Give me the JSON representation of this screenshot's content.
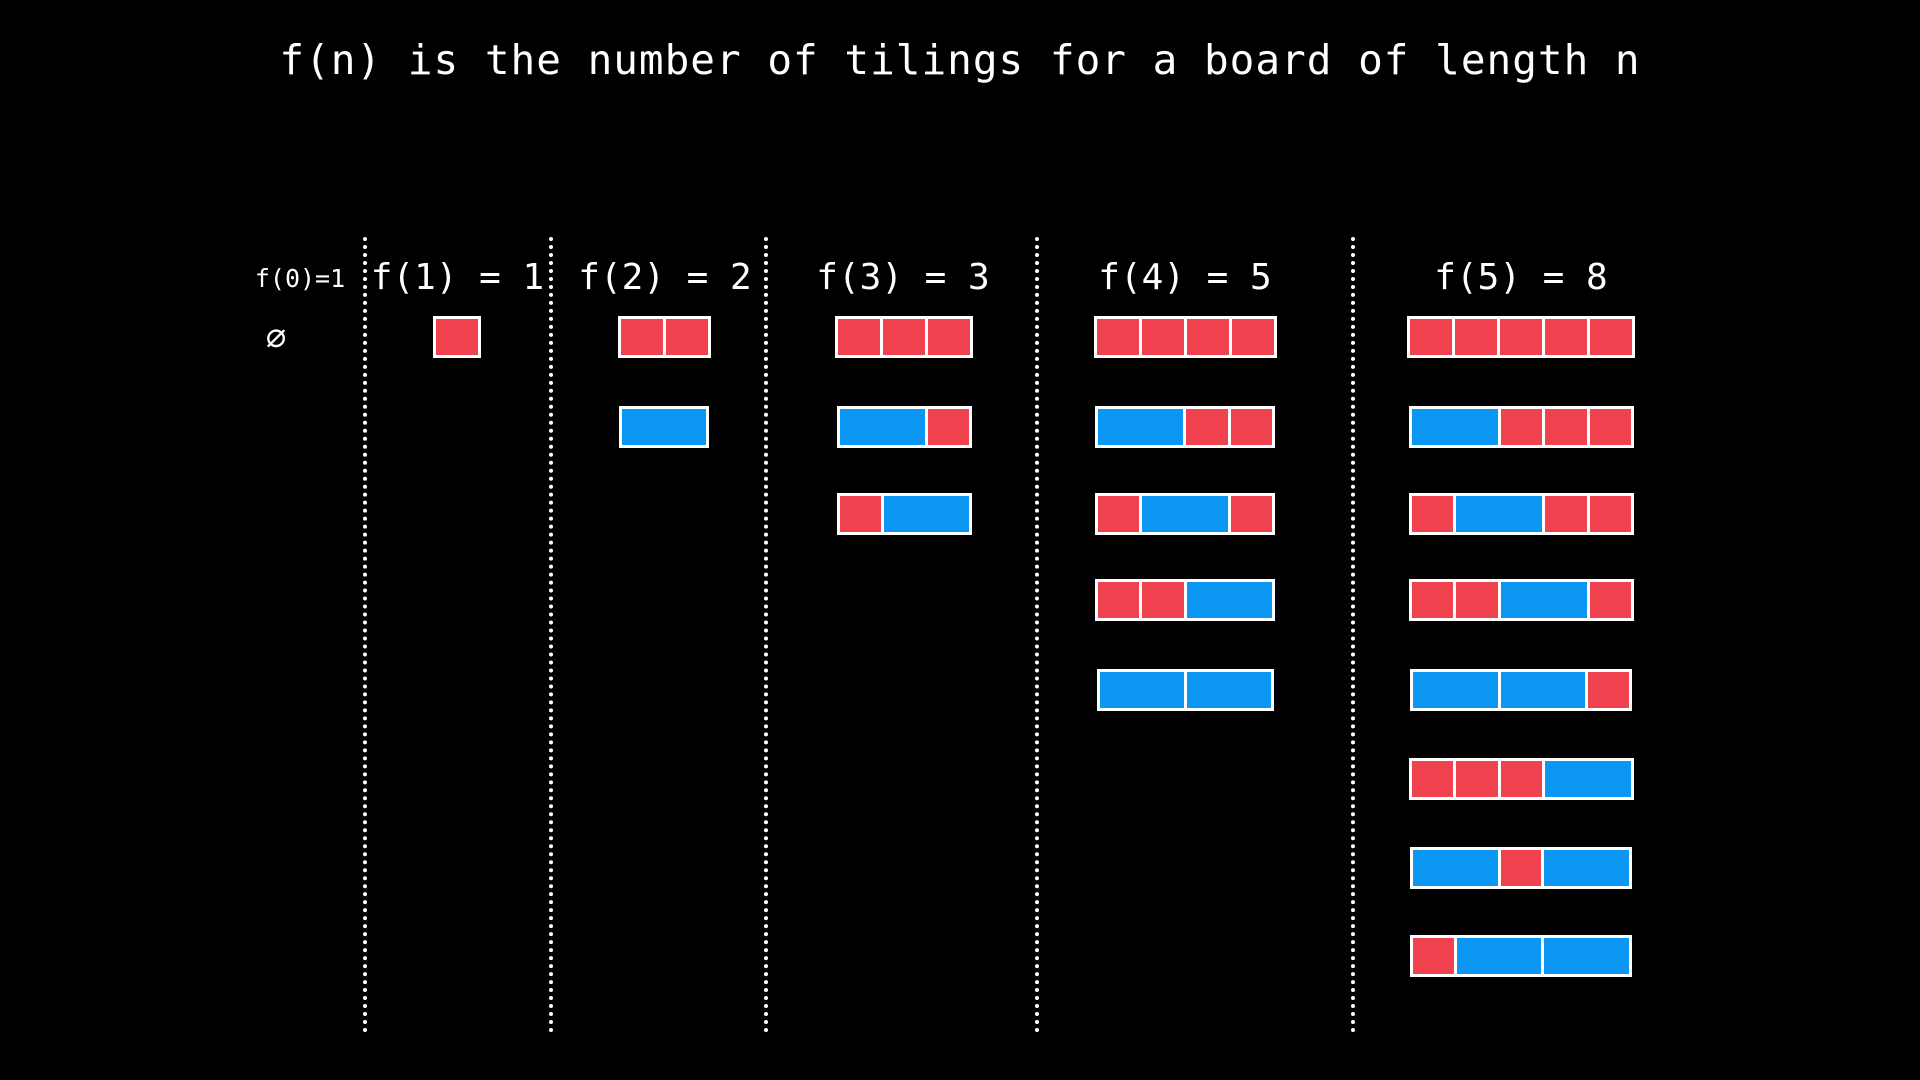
{
  "title": "f(n) is the number of tilings for a board of length n",
  "empty_symbol": "∅",
  "colors": {
    "background": "#000000",
    "square_tile": "#f0414f",
    "domino_tile": "#0a96f2",
    "outline": "#ffffff"
  },
  "columns": [
    {
      "n": 0,
      "label": "f(0)=1",
      "tilings": []
    },
    {
      "n": 1,
      "label": "f(1) = 1",
      "tilings": [
        [
          1
        ]
      ]
    },
    {
      "n": 2,
      "label": "f(2) = 2",
      "tilings": [
        [
          1,
          1
        ],
        [
          2
        ]
      ]
    },
    {
      "n": 3,
      "label": "f(3) = 3",
      "tilings": [
        [
          1,
          1,
          1
        ],
        [
          2,
          1
        ],
        [
          1,
          2
        ]
      ]
    },
    {
      "n": 4,
      "label": "f(4) = 5",
      "tilings": [
        [
          1,
          1,
          1,
          1
        ],
        [
          2,
          1,
          1
        ],
        [
          1,
          2,
          1
        ],
        [
          1,
          1,
          2
        ],
        [
          2,
          2
        ]
      ]
    },
    {
      "n": 5,
      "label": "f(5) = 8",
      "tilings": [
        [
          1,
          1,
          1,
          1,
          1
        ],
        [
          2,
          1,
          1,
          1
        ],
        [
          1,
          2,
          1,
          1
        ],
        [
          1,
          1,
          2,
          1
        ],
        [
          2,
          2,
          1
        ],
        [
          1,
          1,
          1,
          2
        ],
        [
          2,
          1,
          2
        ],
        [
          1,
          2,
          2
        ]
      ]
    }
  ]
}
